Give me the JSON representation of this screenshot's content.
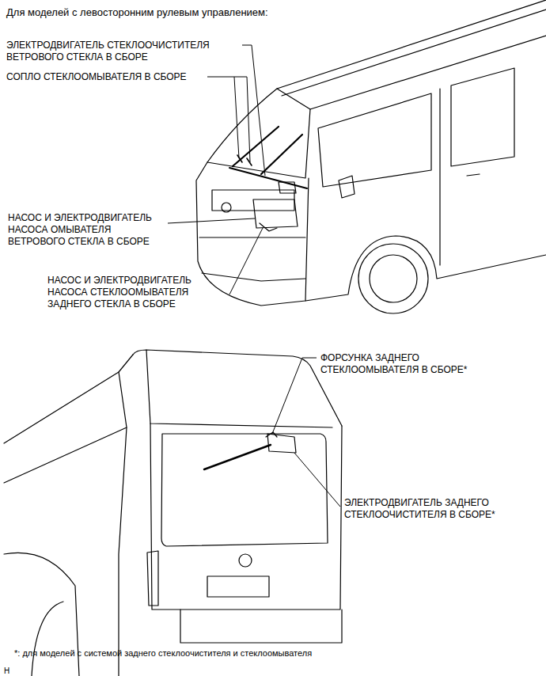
{
  "diagram": {
    "title": "Для моделей с левосторонним рулевым управлением:",
    "labels": [
      "ЭЛЕКТРОДВИГАТЕЛЬ СТЕКЛООЧИСТИТЕЛЯ ВЕТРОВОГО СТЕКЛА В СБОРЕ",
      "СОПЛО СТЕКЛООМЫВАТЕЛЯ В СБОРЕ",
      "НАСОС И ЭЛЕКТРОДВИГАТЕЛЬ НАСОСА ОМЫВАТЕЛЯ ВЕТРОВОГО СТЕКЛА В СБОРЕ",
      "НАСОС И ЭЛЕКТРОДВИГАТЕЛЬ НАСОСА СТЕКЛООМЫВАТЕЛЯ ЗАДНЕГО СТЕКЛА В СБОРЕ",
      "ФОРСУНКА ЗАДНЕГО СТЕКЛООМЫВАТЕЛЯ В СБОРЕ*",
      "ЭЛЕКТРОДВИГАТЕЛЬ ЗАДНЕГО СТЕКЛООЧИСТИТЕЛЯ В СБОРЕ*",
      "*: для моделей с системой заднего стеклоочистителя и стеклоомывателя",
      "H"
    ]
  }
}
